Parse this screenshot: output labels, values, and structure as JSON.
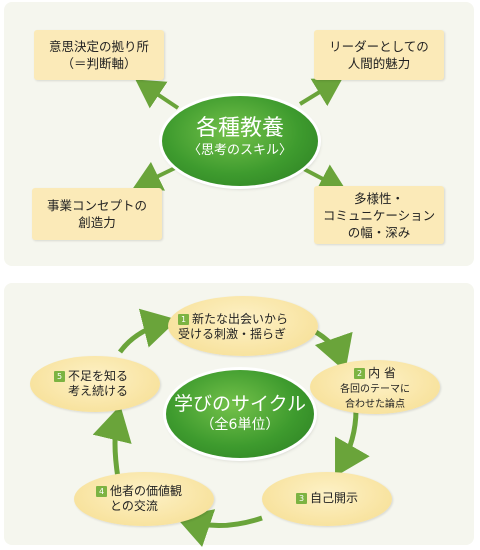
{
  "top": {
    "center": {
      "title": "各種教養",
      "subtitle": "〈思考のスキル〉"
    },
    "boxes": [
      {
        "line1": "意思決定の拠り所",
        "line2": "（＝判断軸）"
      },
      {
        "line1": "リーダーとしての",
        "line2": "人間的魅力"
      },
      {
        "line1": "事業コンセプトの",
        "line2": "創造力"
      },
      {
        "line1": "多様性・",
        "line2": "コミュニケーション",
        "line3": "の幅・深み"
      }
    ]
  },
  "bottom": {
    "center": {
      "title": "学びのサイクル",
      "subtitle": "（全6単位）"
    },
    "nodes": [
      {
        "num": "1",
        "line1": "新たな出会いから",
        "line2": "受ける刺激・揺らぎ"
      },
      {
        "num": "2",
        "line1": "内 省",
        "line2": "各回のテーマに",
        "line3": "合わせた論点"
      },
      {
        "num": "3",
        "line1": "自己開示"
      },
      {
        "num": "4",
        "line1": "他者の価値観",
        "line2": "との交流"
      },
      {
        "num": "5",
        "line1": "不足を知る",
        "line2": "考え続ける"
      }
    ]
  },
  "colors": {
    "arrow": "#6aa43a",
    "box": "#fbeab8",
    "panel": "#f5f6ee",
    "green": "#3e9b2e",
    "node": "#f6dd8f"
  }
}
